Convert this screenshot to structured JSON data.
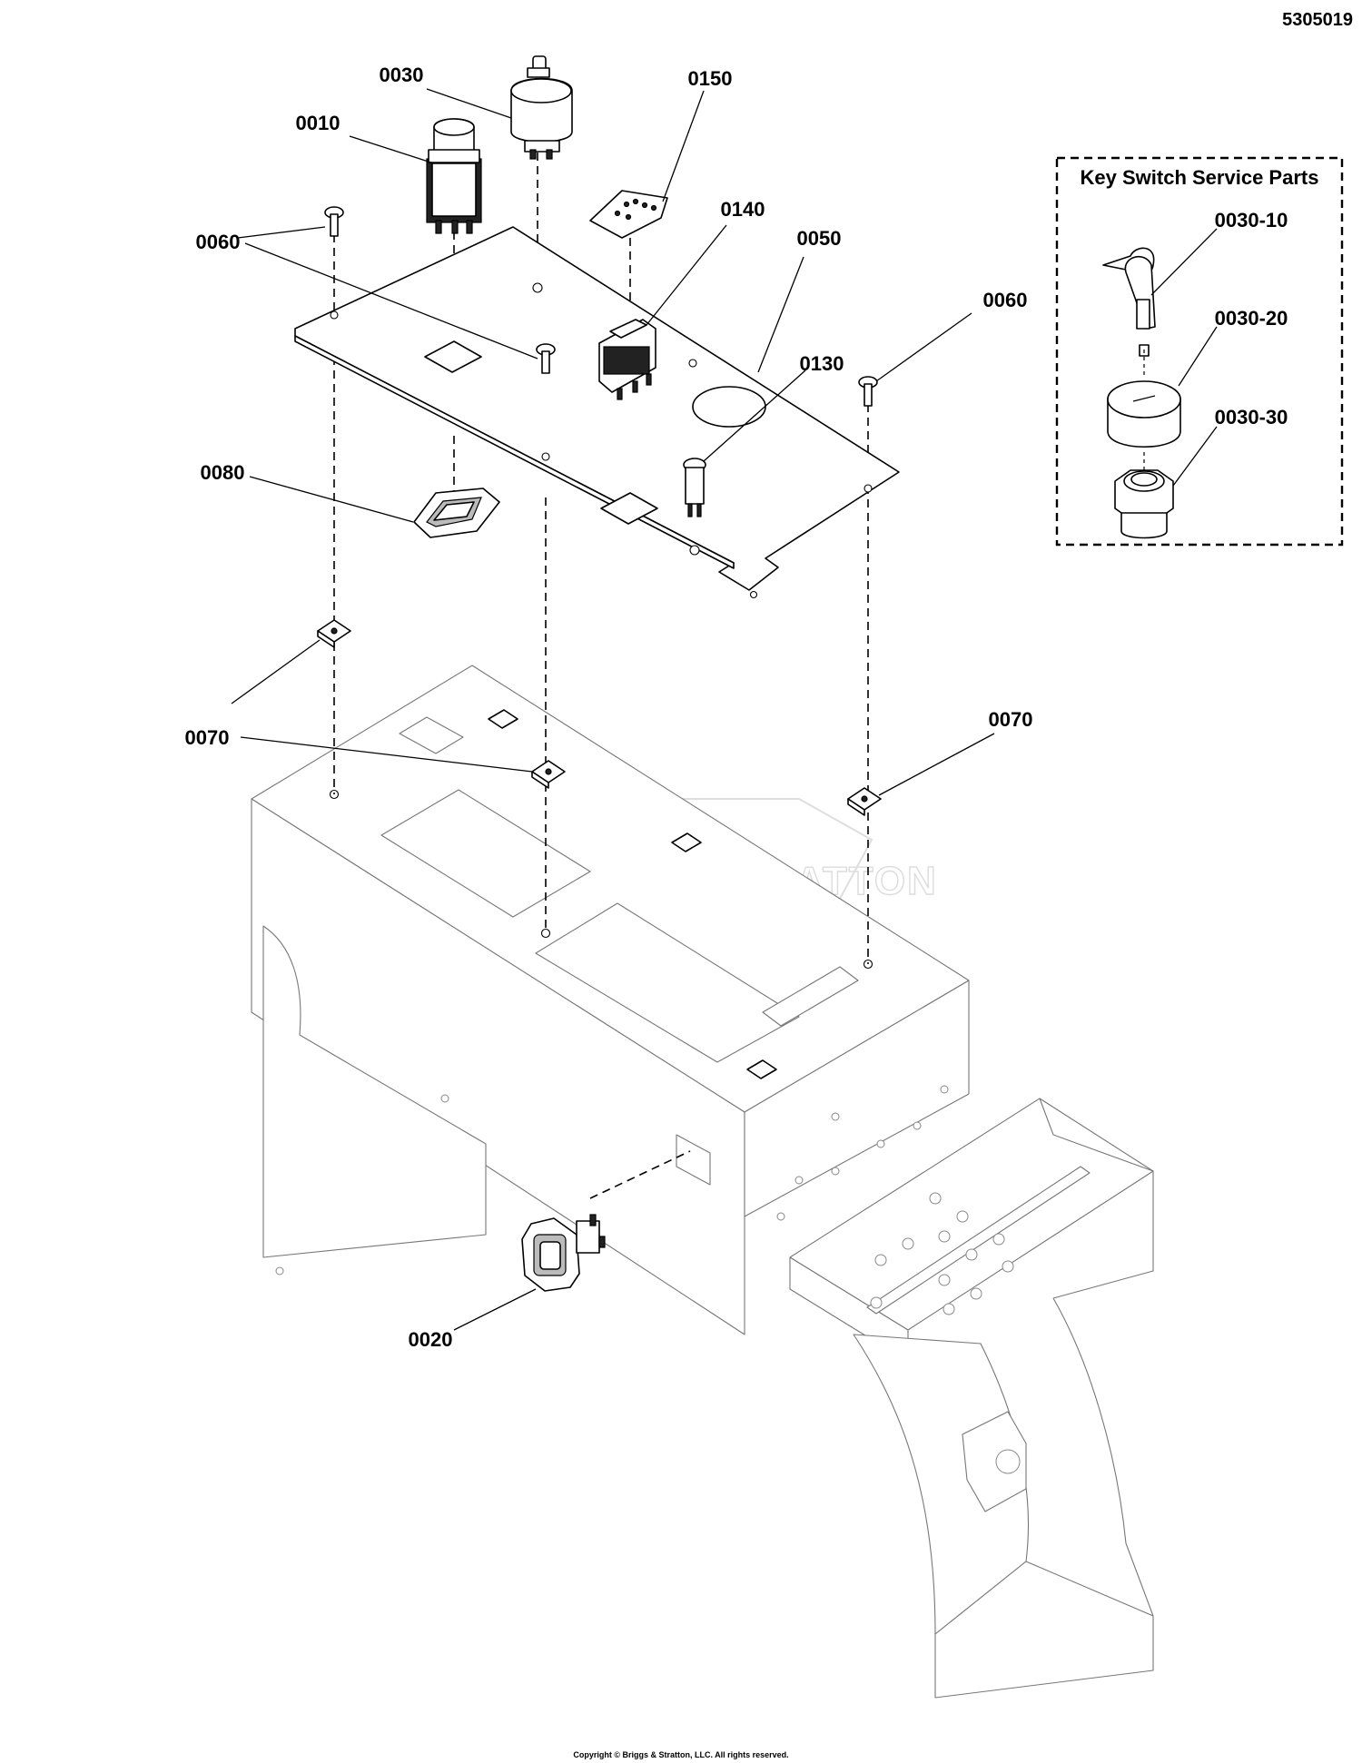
{
  "document_number": "5305019",
  "copyright": "Copyright © Briggs & Stratton, LLC. All rights reserved.",
  "watermark": "BRIGGS&STRATTON",
  "service_box": {
    "title": "Key Switch Service Parts",
    "parts": [
      "0030-10",
      "0030-20",
      "0030-30"
    ]
  },
  "callouts": {
    "c0010": "0010",
    "c0020": "0020",
    "c0030": "0030",
    "c0050": "0050",
    "c0060a": "0060",
    "c0060b": "0060",
    "c0070a": "0070",
    "c0070b": "0070",
    "c0080": "0080",
    "c0130": "0130",
    "c0140": "0140",
    "c0150": "0150"
  }
}
